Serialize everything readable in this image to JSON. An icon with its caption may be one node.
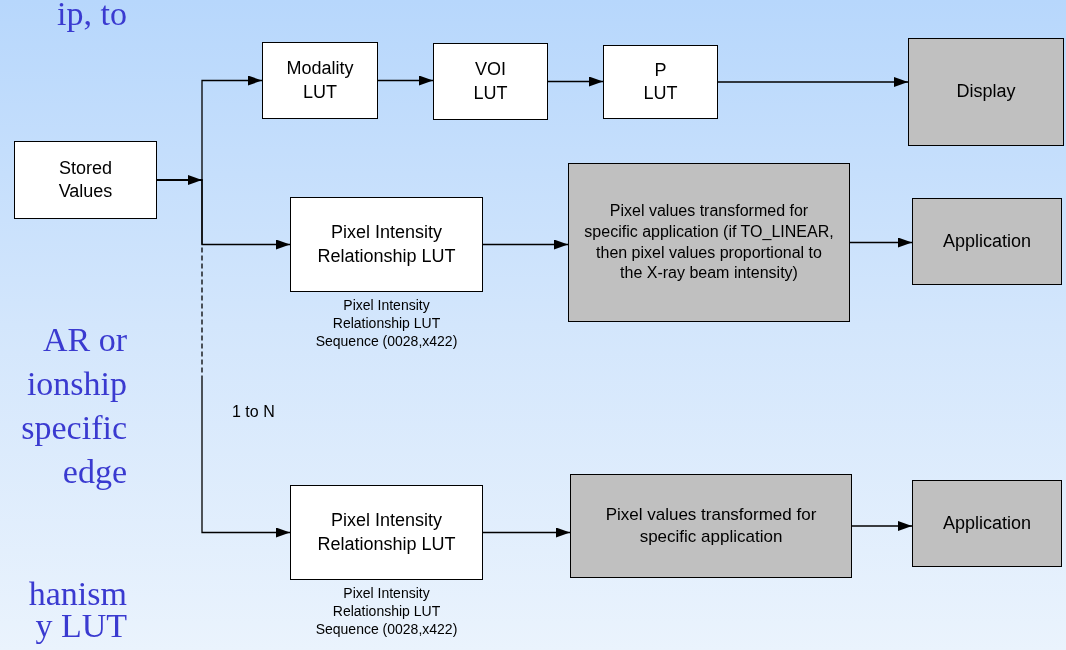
{
  "diagram": {
    "nodes": [
      {
        "text": [
          "Stored Values"
        ]
      },
      {
        "text": [
          "Modality LUT"
        ]
      },
      {
        "text": [
          "VOI LUT"
        ]
      },
      {
        "text": [
          "P LUT"
        ]
      },
      {
        "text": [
          "Display"
        ]
      },
      {
        "text": [
          "Pixel Intensity Relationship LUT"
        ],
        "beside": [
          "Pixel Intensity Relationship LUT Sequence (0028,x422)"
        ]
      },
      {
        "text": [
          "Pixel values transformed for specific application  (if TO_LINEAR, then pixel values proportional to the X-ray beam intensity)"
        ]
      },
      {
        "text": [
          "Application"
        ]
      },
      {
        "text": [
          "Pixel Intensity Relationship LUT"
        ],
        "beside": [
          "Pixel Intensity Relationship LUT Sequence (0028,x422)"
        ]
      },
      {
        "text": [
          "Pixel values transformed for specific application"
        ]
      },
      {
        "text": [
          "Application"
        ]
      }
    ],
    "edges": [
      {
        "from": 0,
        "to": 1,
        "arrow": "to"
      },
      {
        "from": 0,
        "to": 5,
        "arrow": "to"
      },
      {
        "from": 0,
        "to": 8,
        "arrow": "to",
        "label": "1 to N",
        "style": "dashed"
      },
      {
        "from": 1,
        "to": 2,
        "arrow": "to"
      },
      {
        "from": 2,
        "to": 3,
        "arrow": "to"
      },
      {
        "from": 3,
        "to": 4,
        "arrow": "to"
      },
      {
        "from": 5,
        "to": 6,
        "arrow": "to"
      },
      {
        "from": 6,
        "to": 7,
        "arrow": "to"
      },
      {
        "from": 8,
        "to": 9,
        "arrow": "to"
      },
      {
        "from": 9,
        "to": 10,
        "arrow": "to"
      }
    ],
    "labels": [
      "ip, to",
      "AR or",
      "ionship",
      "specific",
      "edge",
      "hanism",
      "y LUT"
    ]
  }
}
